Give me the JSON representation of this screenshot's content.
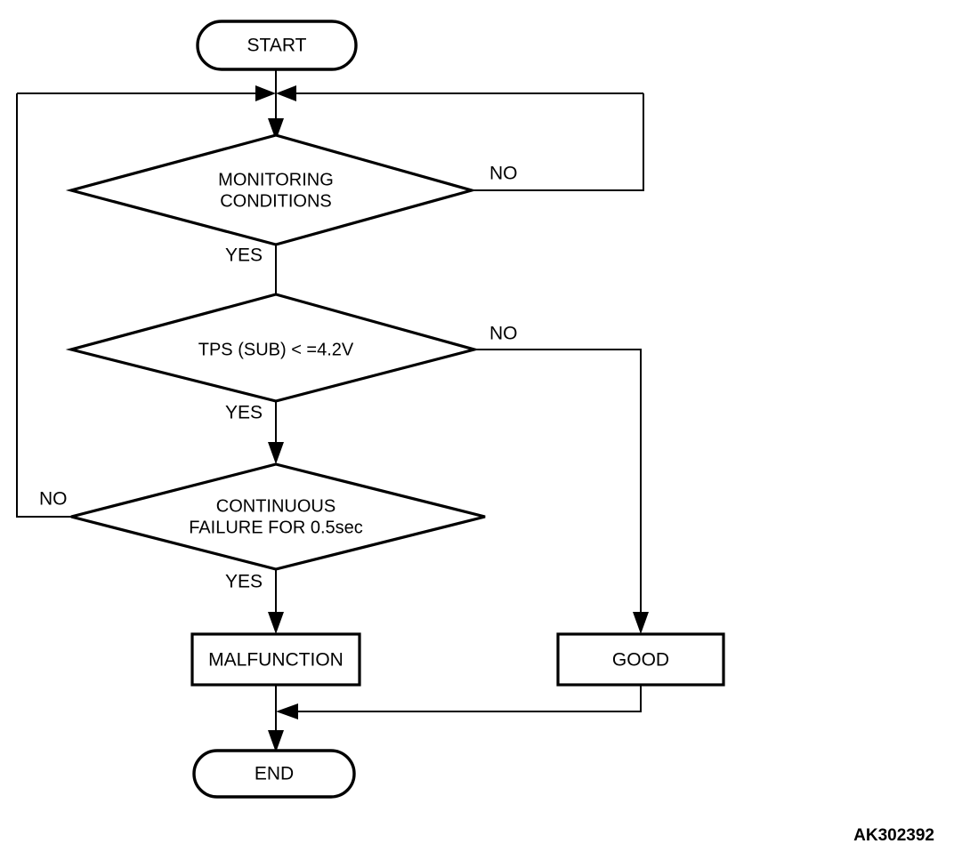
{
  "diagram": {
    "title_code": "AK302392",
    "type": "flowchart",
    "colors": {
      "background": "#ffffff",
      "stroke": "#000000",
      "text": "#000000"
    },
    "nodes": [
      {
        "id": "start",
        "shape": "terminator",
        "label": "START"
      },
      {
        "id": "monitoring",
        "shape": "decision",
        "label_line1": "MONITORING",
        "label_line2": "CONDITIONS"
      },
      {
        "id": "tps",
        "shape": "decision",
        "label_line1": "TPS (SUB) < =4.2V",
        "label_line2": ""
      },
      {
        "id": "continuous",
        "shape": "decision",
        "label_line1": "CONTINUOUS",
        "label_line2": "FAILURE FOR 0.5sec"
      },
      {
        "id": "malfunction",
        "shape": "process",
        "label": "MALFUNCTION"
      },
      {
        "id": "good",
        "shape": "process",
        "label": "GOOD"
      },
      {
        "id": "end",
        "shape": "terminator",
        "label": "END"
      }
    ],
    "edge_labels": {
      "monitoring_yes": "YES",
      "monitoring_no": "NO",
      "tps_yes": "YES",
      "tps_no": "NO",
      "continuous_yes": "YES",
      "continuous_no": "NO"
    },
    "edges": [
      {
        "from": "start",
        "to": "monitoring",
        "label": ""
      },
      {
        "from": "monitoring",
        "to": "tps",
        "label": "YES"
      },
      {
        "from": "monitoring",
        "to": "start-join",
        "label": "NO"
      },
      {
        "from": "tps",
        "to": "continuous",
        "label": "YES"
      },
      {
        "from": "tps",
        "to": "good",
        "label": "NO"
      },
      {
        "from": "continuous",
        "to": "malfunction",
        "label": "YES"
      },
      {
        "from": "continuous",
        "to": "start-join",
        "label": "NO"
      },
      {
        "from": "malfunction",
        "to": "end",
        "label": ""
      },
      {
        "from": "good",
        "to": "end",
        "label": ""
      }
    ]
  }
}
